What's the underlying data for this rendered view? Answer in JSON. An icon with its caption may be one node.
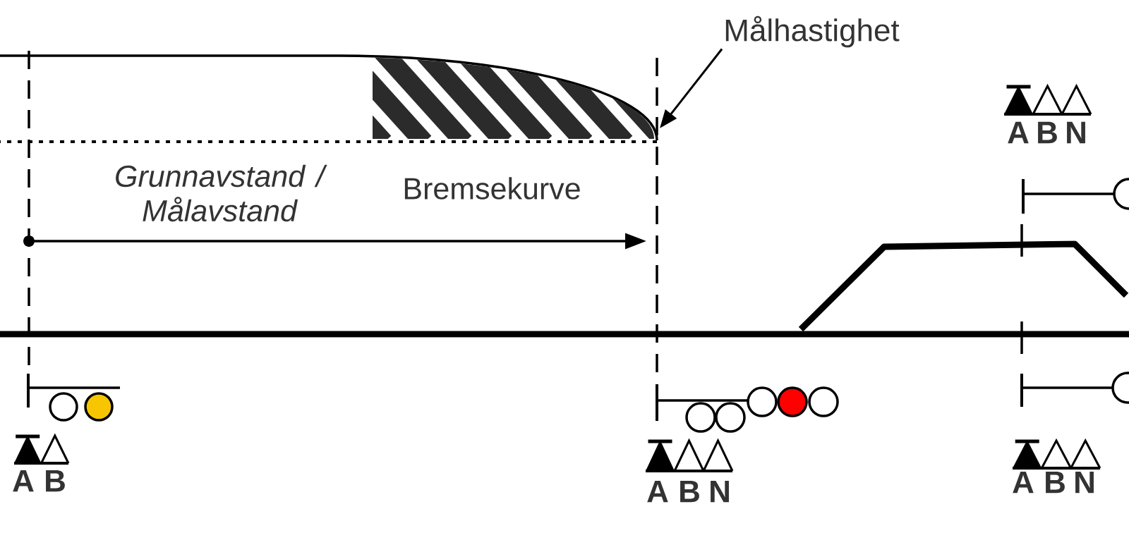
{
  "diagram": {
    "nodes": [
      {
        "text": [
          "Målhastighet"
        ]
      },
      {
        "text": [],
        "shape": "curve"
      }
    ],
    "edges": [
      {
        "from": 0,
        "to": 1,
        "arrow": "to"
      }
    ],
    "labels": [
      "A",
      "B",
      "N",
      "Grunnavstand / Målavstand",
      "Bremsekurve",
      "A",
      "B",
      "A",
      "B",
      "N",
      "A",
      "B",
      "N"
    ]
  }
}
